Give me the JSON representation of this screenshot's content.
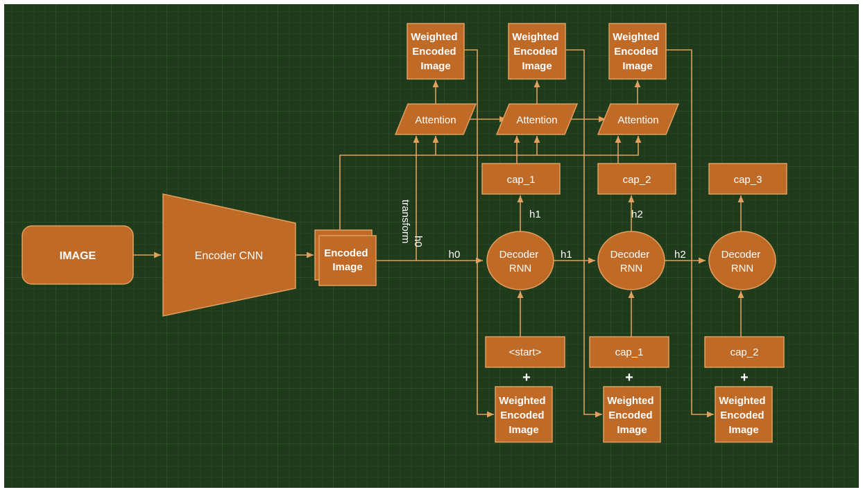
{
  "colors": {
    "background": "#1f3b1c",
    "grid": "#2f5428",
    "node_fill": "#c06a28",
    "node_stroke": "#e0a060",
    "edge": "#e0a060",
    "text": "#ffffff"
  },
  "nodes": {
    "image": "IMAGE",
    "encoder_cnn": "Encoder CNN",
    "encoded_image": [
      "Encoded",
      "Image"
    ],
    "weighted_encoded_image": [
      "Weighted",
      "Encoded",
      "Image"
    ],
    "attention": "Attention",
    "decoder_rnn": [
      "Decoder",
      "RNN"
    ],
    "caption_outputs": [
      "cap_1",
      "cap_2",
      "cap_3"
    ],
    "decoder_inputs": [
      "<start>",
      "cap_1",
      "cap_2"
    ],
    "plus": "+"
  },
  "edge_labels": {
    "h0_transform": [
      "h0",
      "transform"
    ],
    "h0": "h0",
    "h1": "h1",
    "h2": "h2"
  }
}
